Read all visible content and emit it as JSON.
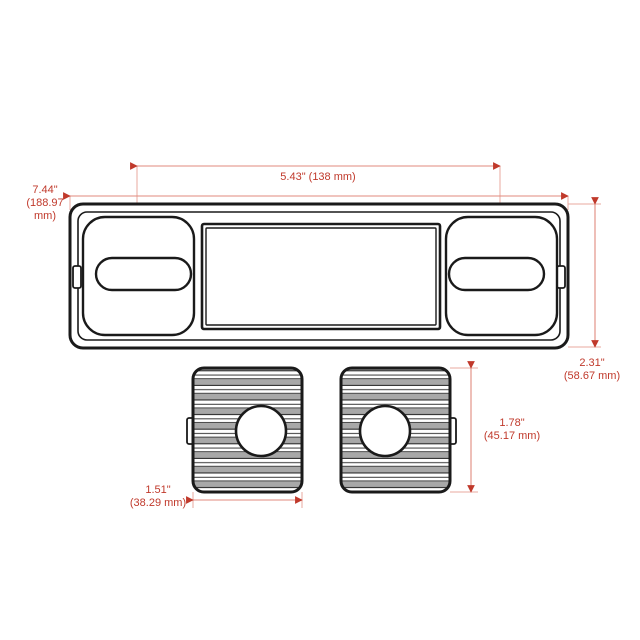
{
  "drawing": {
    "title": "Technical dimension drawing",
    "background_color": "#ffffff",
    "line_color": "#1a1a1a",
    "dimension_color": "#c0392b",
    "stripe_color": "#a8a8a8"
  },
  "dimensions": {
    "overall_width": {
      "name": "overall-width",
      "line1": "7.44\"",
      "line2": "(188.97",
      "line3": "mm)",
      "full": "7.44\" (188.97 mm)"
    },
    "inner_width": {
      "name": "inner-width",
      "line1": "5.43\" (138 mm)",
      "full": "5.43\" (138 mm)"
    },
    "overall_height": {
      "name": "overall-height",
      "line1": "2.31\"",
      "line2": "(58.67 mm)",
      "full": "2.31\" (58.67 mm)"
    },
    "pad_height": {
      "name": "pad-height",
      "line1": "1.78\"",
      "line2": "(45.17 mm)",
      "full": "1.78\" (45.17 mm)"
    },
    "pad_width": {
      "name": "pad-width",
      "line1": "1.51\"",
      "line2": "(38.29 mm)",
      "full": "1.51\" (38.29 mm)"
    }
  },
  "parts": {
    "main_body": {
      "label": "main-housing"
    },
    "left_panel": {
      "label": "left-lens-panel"
    },
    "right_panel": {
      "label": "right-lens-panel"
    },
    "center_window": {
      "label": "center-plate-window"
    },
    "left_pad": {
      "label": "left-ribbed-pad"
    },
    "right_pad": {
      "label": "right-ribbed-pad"
    }
  }
}
